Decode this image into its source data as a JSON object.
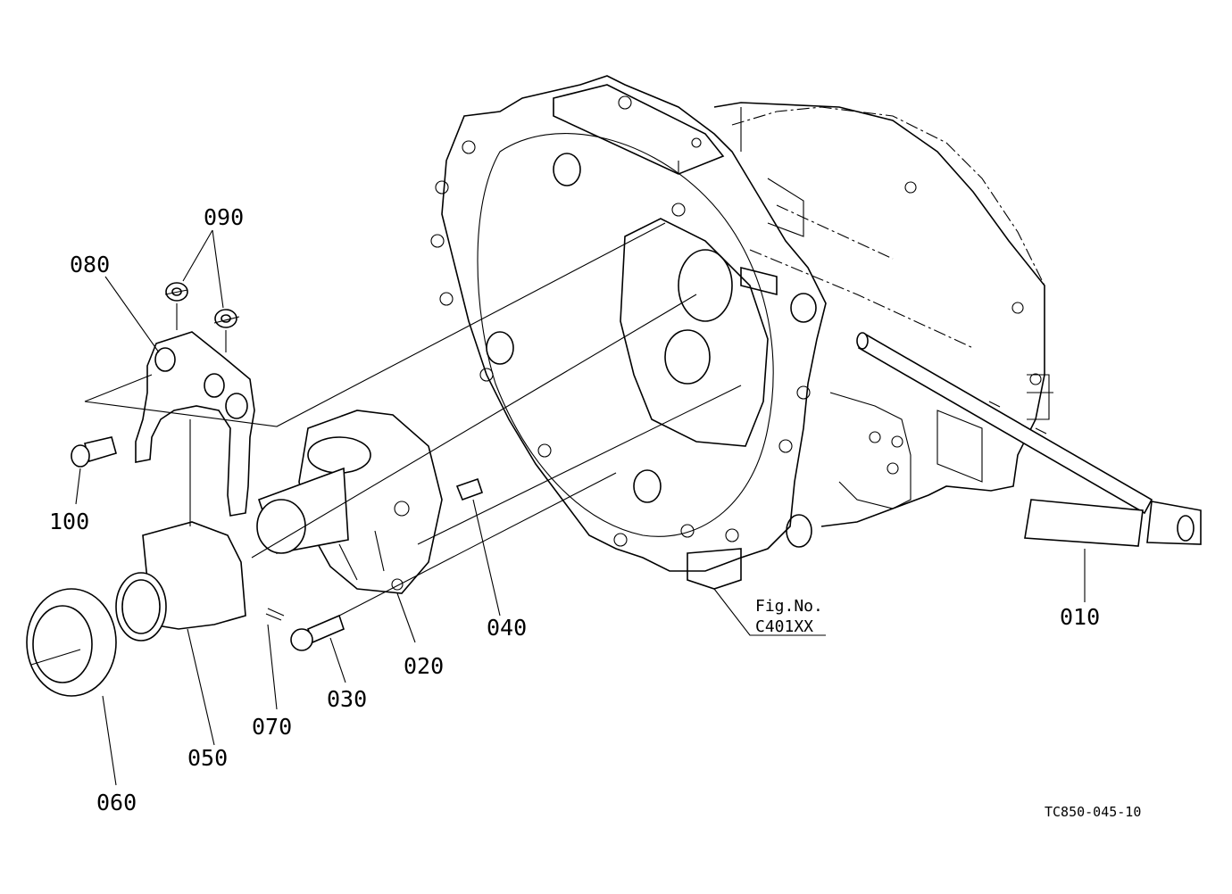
{
  "parts": [
    {
      "id": "010",
      "label": "010"
    },
    {
      "id": "020",
      "label": "020"
    },
    {
      "id": "030",
      "label": "030"
    },
    {
      "id": "040",
      "label": "040"
    },
    {
      "id": "050",
      "label": "050"
    },
    {
      "id": "060",
      "label": "060"
    },
    {
      "id": "070",
      "label": "070"
    },
    {
      "id": "080",
      "label": "080"
    },
    {
      "id": "090",
      "label": "090"
    },
    {
      "id": "100",
      "label": "100"
    }
  ],
  "figure_ref": {
    "line1": "Fig.No.",
    "line2": "C401XX"
  },
  "drawing_code": "TC850-045-10"
}
